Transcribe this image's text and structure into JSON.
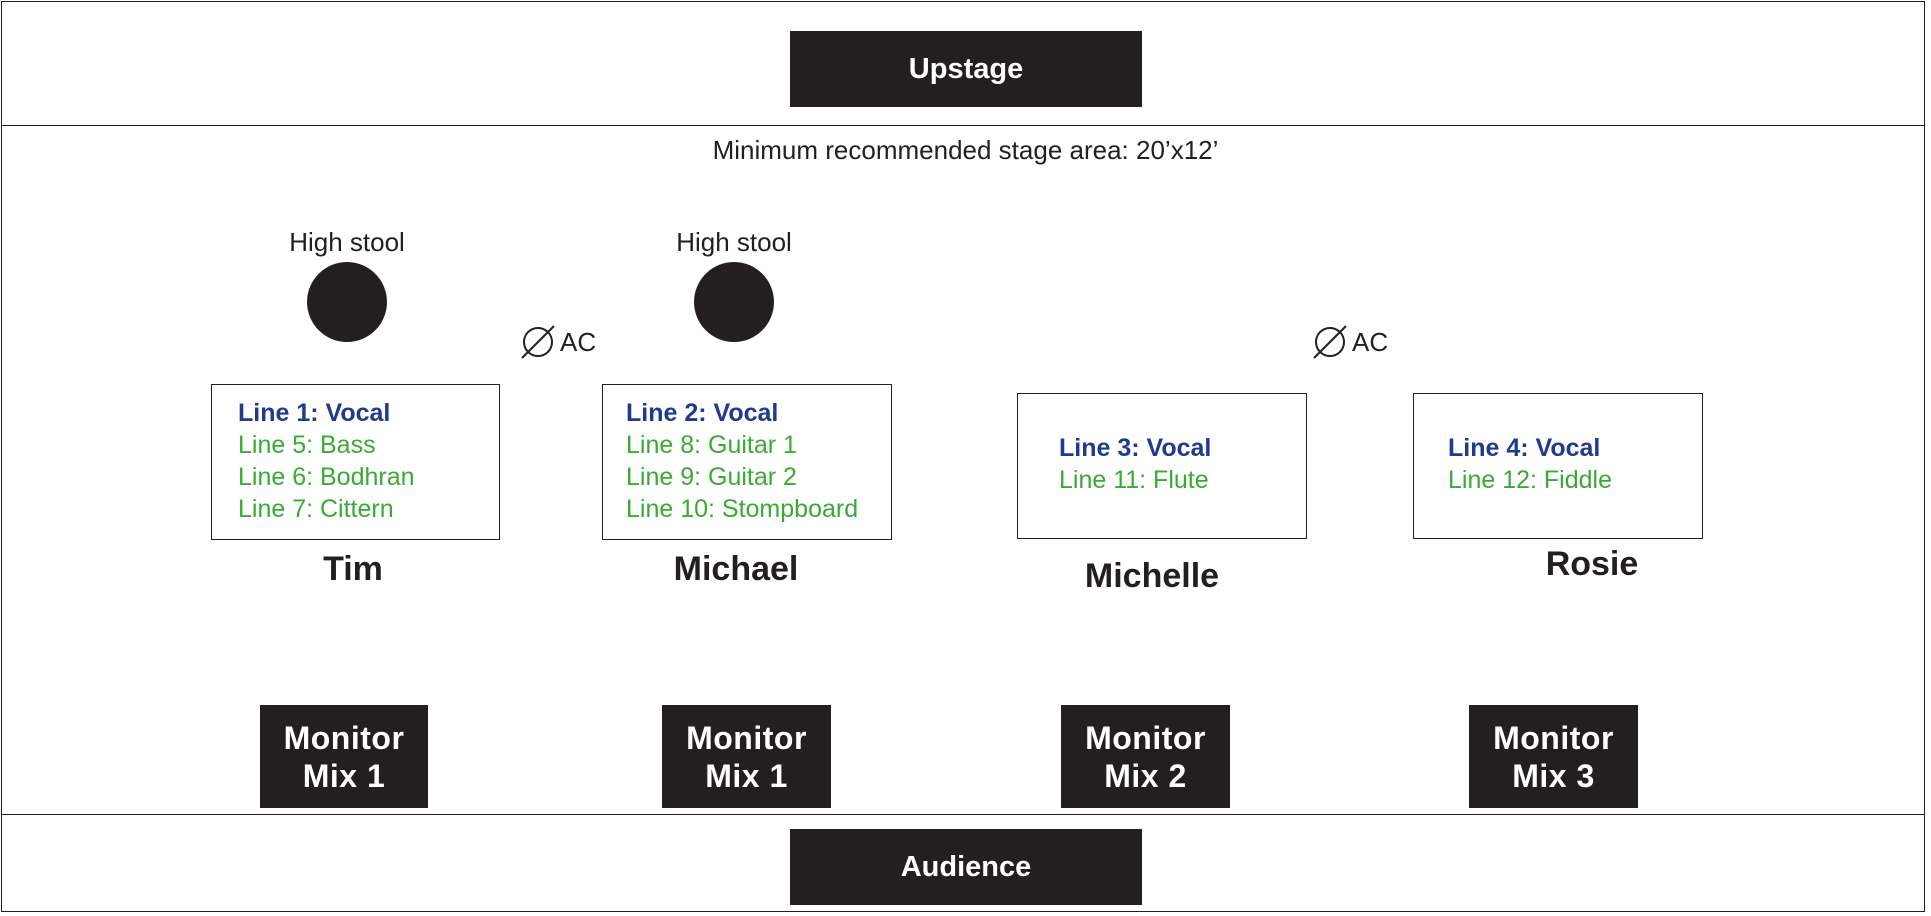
{
  "upstage_label": "Upstage",
  "audience_label": "Audience",
  "stage_note": "Minimum recommended stage area: 20’x12’",
  "stools": [
    {
      "label": "High stool"
    },
    {
      "label": "High stool"
    }
  ],
  "power_outlets": [
    {
      "label": "AC",
      "icon": "empty-set-icon"
    },
    {
      "label": "AC",
      "icon": "empty-set-icon"
    }
  ],
  "performers": [
    {
      "name": "Tim",
      "lines": [
        "Line 1: Vocal",
        "Line 5: Bass",
        "Line 6: Bodhran",
        "Line 7: Cittern"
      ]
    },
    {
      "name": "Michael",
      "lines": [
        "Line 2: Vocal",
        "Line 8: Guitar 1",
        "Line 9: Guitar 2",
        "Line 10: Stompboard"
      ]
    },
    {
      "name": "Michelle",
      "lines": [
        "Line 3: Vocal",
        "Line 11: Flute"
      ]
    },
    {
      "name": "Rosie",
      "lines": [
        "Line 4: Vocal",
        "Line 12: Fiddle"
      ]
    }
  ],
  "monitors": [
    {
      "label": "Monitor\nMix 1"
    },
    {
      "label": "Monitor\nMix 1"
    },
    {
      "label": "Monitor\nMix 2"
    },
    {
      "label": "Monitor\nMix 3"
    }
  ],
  "colors": {
    "vocal_line": "#1f3a8f",
    "instrument_line": "#3aaa35",
    "block": "#231f20"
  }
}
